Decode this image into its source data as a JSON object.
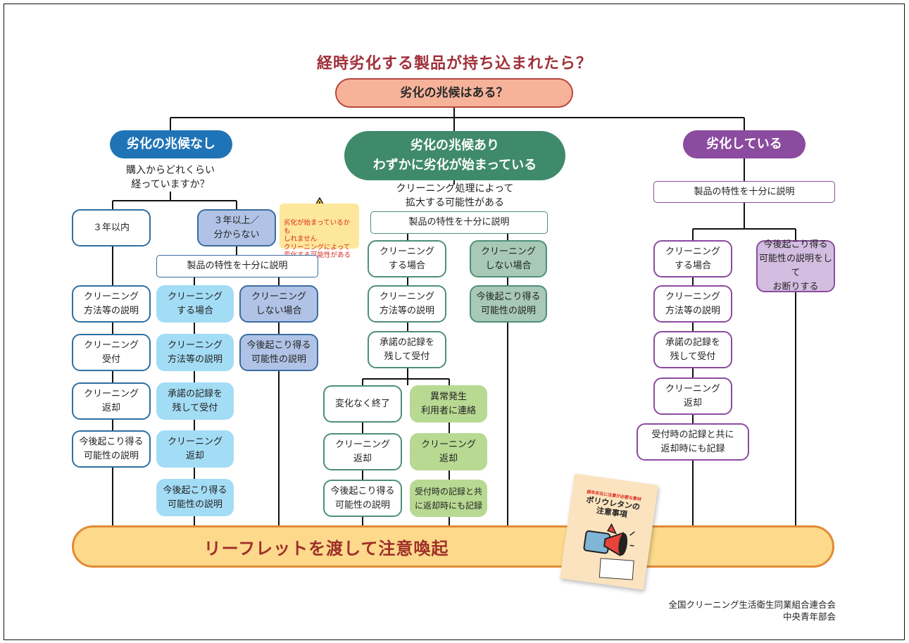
{
  "title": "経時劣化する製品が持ち込まれたら？",
  "question": "劣化の兆候はある？",
  "branches": {
    "none": {
      "label": "劣化の兆候なし",
      "subquestion": "購入からどれくらい\n経っていますか？",
      "within3": {
        "label": "３年以内",
        "steps": [
          "クリーニング\n方法等の説明",
          "クリーニング\n受付",
          "クリーニング\n返却",
          "今後起こり得る\n可能性の説明"
        ]
      },
      "over3": {
        "label": "３年以上／\n分からない",
        "explain": "製品の特性を十分に説明",
        "clean": {
          "label": "クリーニング\nする場合",
          "steps": [
            "クリーニング\n方法等の説明",
            "承諾の記録を\n残して受付",
            "クリーニング\n返却",
            "今後起こり得る\n可能性の説明"
          ]
        },
        "noclean": {
          "label": "クリーニング\nしない場合",
          "steps": [
            "今後起こり得る\n可能性の説明"
          ]
        }
      },
      "warning": {
        "icon": "warning-icon",
        "text": "劣化が始まっているかも\nしれません\nクリーニングによって\n変化する可能性がある"
      }
    },
    "signs": {
      "label": "劣化の兆候あり\nわずかに劣化が始まっている",
      "note": "クリーニング処理によって\n拡大する可能性がある",
      "explain": "製品の特性を十分に説明",
      "clean": {
        "label": "クリーニング\nする場合",
        "steps": [
          "クリーニング\n方法等の説明",
          "承諾の記録を\n残して受付"
        ],
        "ok": {
          "label": "変化なく終了",
          "steps": [
            "クリーニング\n返却",
            "今後起こり得る\n可能性の説明"
          ]
        },
        "ng": {
          "label": "異常発生\n利用者に連絡",
          "steps": [
            "クリーニング\n返却",
            "受付時の記録と共\nに返却時にも記録"
          ]
        }
      },
      "noclean": {
        "label": "クリーニング\nしない場合",
        "steps": [
          "今後起こり得る\n可能性の説明"
        ]
      }
    },
    "degraded": {
      "label": "劣化している",
      "explain": "製品の特性を十分に説明",
      "clean": {
        "label": "クリーニング\nする場合",
        "steps": [
          "クリーニング\n方法等の説明",
          "承諾の記録を\n残して受付",
          "クリーニング\n返却",
          "受付時の記録と共に\n返却時にも記録"
        ]
      },
      "refuse": {
        "label": "今後起こり得る\n可能性の説明をして\nお断りする"
      }
    }
  },
  "bottom": "リーフレットを渡して注意喚起",
  "leaflet": {
    "subtitle": "経年劣化に注意が必要な素材",
    "title": "ポリウレタンの\n注意事項"
  },
  "organization": "全国クリーニング生活衛生同業組合連合会\n中央青年部会",
  "colors": {
    "title": "#a0303a",
    "none": "#1f74b7",
    "signs": "#3f8a6b",
    "degraded": "#8b4b9f",
    "bottom_bar": "#fcd98b",
    "warning_text": "#d9281c"
  }
}
